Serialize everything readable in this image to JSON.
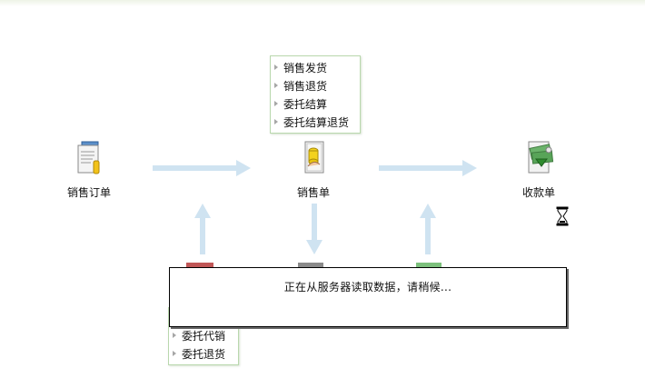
{
  "top_menu": {
    "items": [
      {
        "label": "销售发货"
      },
      {
        "label": "销售退货"
      },
      {
        "label": "委托结算"
      },
      {
        "label": "委托结算退货"
      }
    ]
  },
  "bottom_menu": {
    "items": [
      {
        "label": "委托代销"
      },
      {
        "label": "委托退货"
      }
    ]
  },
  "nodes": {
    "sales_order": {
      "label": "销售订单",
      "icon": "document-folder-icon"
    },
    "sales_bill": {
      "label": "销售单",
      "icon": "document-coin-icon"
    },
    "receipt": {
      "label": "收款单",
      "icon": "money-document-icon"
    }
  },
  "loading_dialog": {
    "message": "正在从服务器读取数据，请稍候..."
  },
  "colors": {
    "arrow": "#cfe3f1",
    "menu_border": "#b9d8ad",
    "text": "#111111"
  }
}
